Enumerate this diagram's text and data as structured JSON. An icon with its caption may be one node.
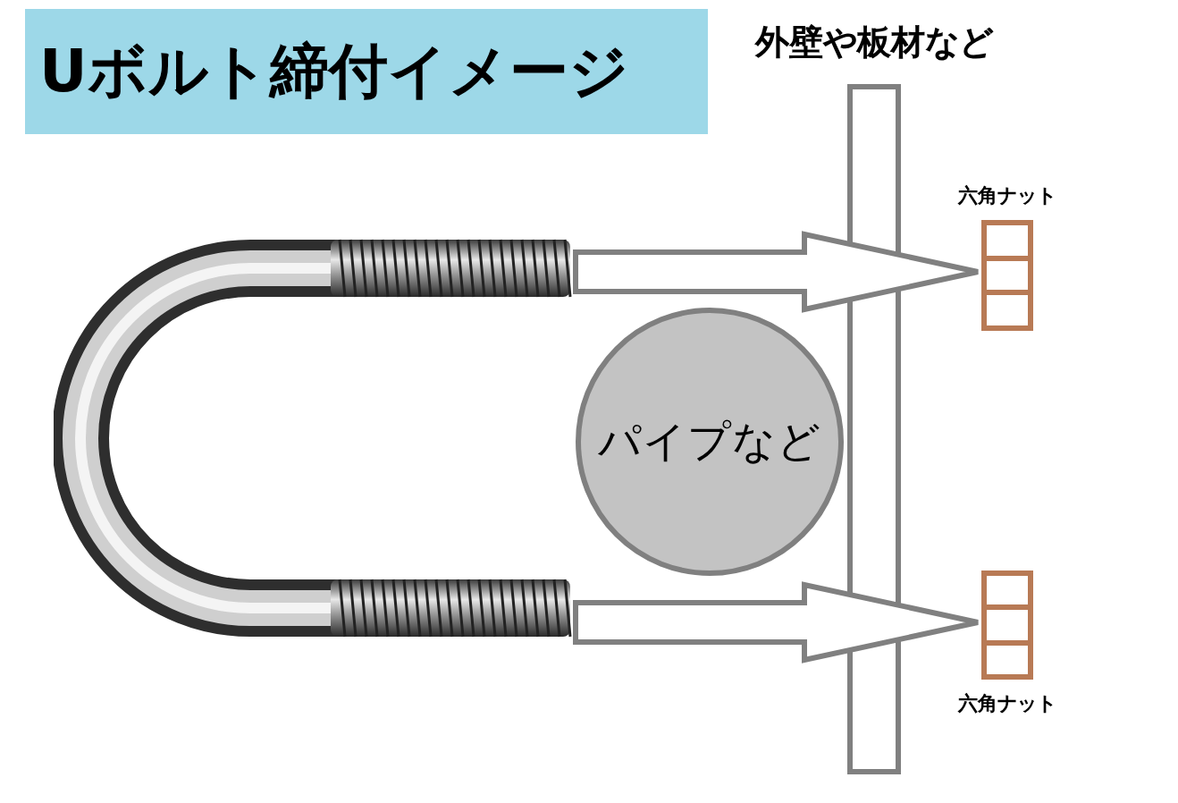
{
  "diagram": {
    "title": "Uボルト締付イメージ",
    "nodes": [
      {
        "text": [
          "外壁や板材など"
        ]
      },
      {
        "text": [],
        "shape": "picture"
      },
      {
        "text": [
          "パイプなど"
        ]
      },
      {
        "text": [
          "六角ナット"
        ]
      },
      {
        "text": [
          "六角ナット"
        ]
      }
    ],
    "edges": [
      {
        "from": 1,
        "to": 3,
        "arrow": "to",
        "style": "thick"
      },
      {
        "from": 1,
        "to": 4,
        "arrow": "to",
        "style": "thick"
      }
    ]
  }
}
